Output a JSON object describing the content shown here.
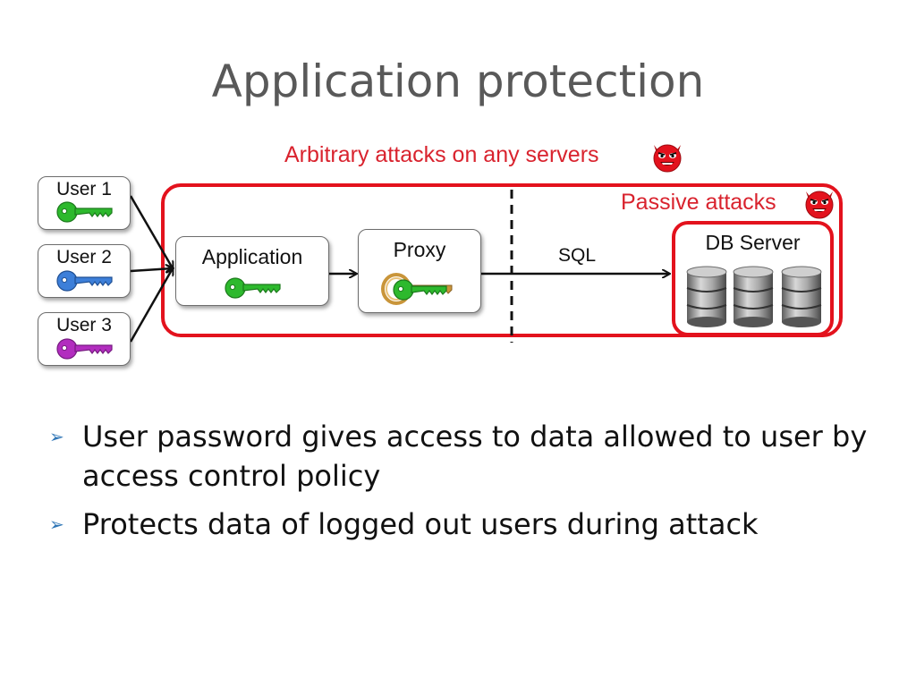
{
  "slide": {
    "title": "Application protection"
  },
  "diagram": {
    "arbitrary_attacks_label": "Arbitrary attacks on any servers",
    "passive_attacks_label": "Passive attacks",
    "users": [
      {
        "label": "User 1",
        "key_color": "#2db92d"
      },
      {
        "label": "User 2",
        "key_color": "#3d7fd9"
      },
      {
        "label": "User 3",
        "key_color": "#b22dbf"
      }
    ],
    "application_label": "Application",
    "proxy_label": "Proxy",
    "sql_label": "SQL",
    "db_server_label": "DB Server",
    "accent_red": "#e3121d",
    "icons": [
      "devil-icon",
      "key-icon",
      "keyring-icon",
      "database-icon"
    ]
  },
  "bullets": [
    "User password gives access to data allowed to user by access control policy",
    "Protects data of logged out users during attack"
  ]
}
